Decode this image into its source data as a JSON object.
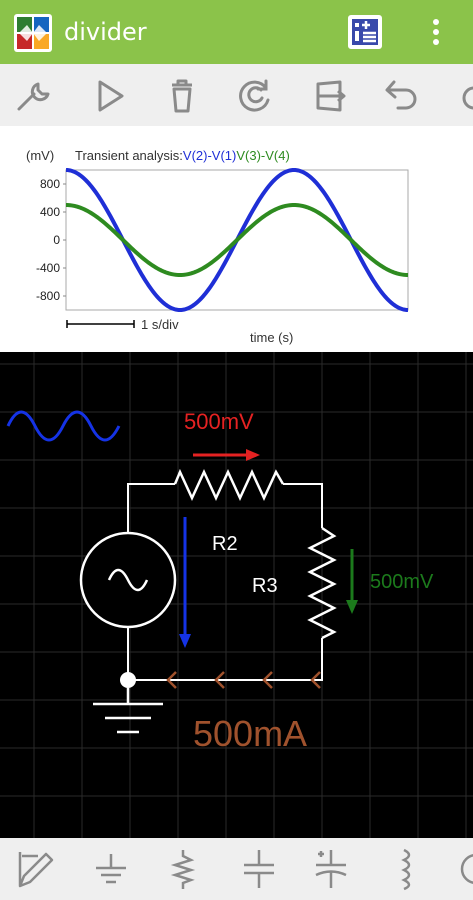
{
  "app": {
    "title": "divider",
    "accent": "#8bc34a"
  },
  "toolbar": {
    "tools": [
      "settings-wrench",
      "run-simulation",
      "delete",
      "rotate",
      "flip",
      "undo",
      "overflow-partial"
    ]
  },
  "chart_data": {
    "type": "line",
    "title": "Transient analysis:",
    "ylabel": "(mV)",
    "xlabel": "time (s)",
    "scale_label": "1 s/div",
    "yticks": [
      "800",
      "400",
      "0",
      "-400",
      "-800"
    ],
    "ylim": [
      -1000,
      1000
    ],
    "x": [
      0,
      0.25,
      0.5,
      0.75,
      1.0,
      1.25,
      1.5,
      1.75,
      2.0,
      2.25,
      2.5,
      2.75,
      3.0,
      3.25,
      3.5,
      3.75,
      4.0,
      4.25,
      4.5,
      4.75,
      5.0,
      5.25,
      5.5,
      5.75,
      6.0
    ],
    "series": [
      {
        "name": "V(2)-V(1)",
        "color": "#1f2fd6",
        "amplitude": 1000,
        "values": [
          1000,
          924,
          707,
          383,
          0,
          -383,
          -707,
          -924,
          -1000,
          -924,
          -707,
          -383,
          0,
          383,
          707,
          924,
          1000,
          924,
          707,
          383,
          0,
          -383,
          -707,
          -924,
          -1000
        ]
      },
      {
        "name": "V(3)-V(4)",
        "color": "#2e8b20",
        "amplitude": 500,
        "values": [
          500,
          462,
          354,
          191,
          0,
          -191,
          -354,
          -462,
          -500,
          -462,
          -354,
          -191,
          0,
          191,
          354,
          462,
          500,
          462,
          354,
          191,
          0,
          -191,
          -354,
          -462,
          -500
        ]
      }
    ]
  },
  "schematic": {
    "labels": {
      "r2": "R2",
      "r3": "R3",
      "r2_voltage": "500mV",
      "r3_voltage": "500mV",
      "current": "500mA"
    },
    "colors": {
      "r2_arrow": "#e52222",
      "r3_arrow": "#1c7a1c",
      "current": "#a0522d",
      "blue": "#1533e6"
    }
  },
  "palette": {
    "components": [
      "pencil-wire",
      "ground",
      "resistor",
      "capacitor",
      "polarized-capacitor",
      "inductor",
      "overflow-partial"
    ]
  }
}
